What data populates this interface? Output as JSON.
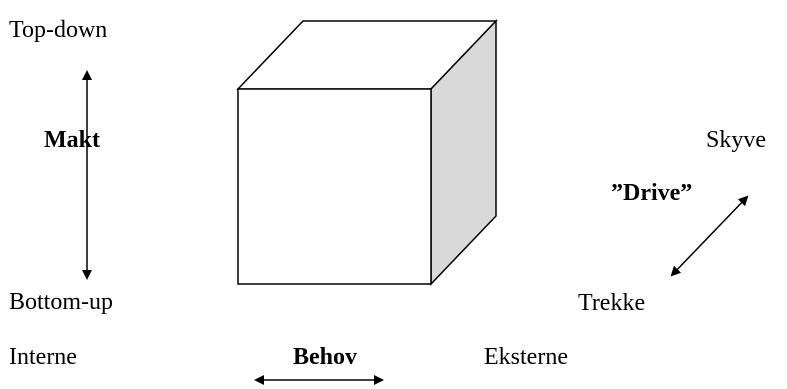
{
  "labels": {
    "top_down": "Top-down",
    "makt": "Makt",
    "bottom_up": "Bottom-up",
    "interne": "Interne",
    "behov": "Behov",
    "eksterne": "Eksterne",
    "skyve": "Skyve",
    "drive": "”Drive”",
    "trekke": "Trekke"
  },
  "colors": {
    "stroke": "#000000",
    "cube_front": "#ffffff",
    "cube_top": "#ffffff",
    "cube_side": "#d9d9d9"
  }
}
